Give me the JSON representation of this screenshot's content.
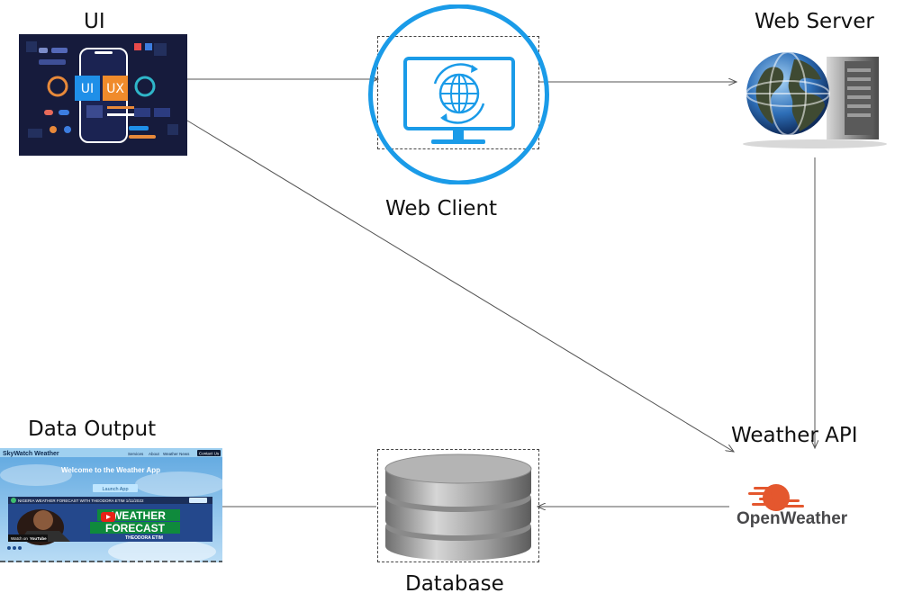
{
  "diagram": {
    "nodes": {
      "ui": {
        "label": "UI",
        "left_tag": "UI",
        "right_tag": "UX"
      },
      "web_client": {
        "label": "Web Client"
      },
      "web_server": {
        "label": "Web Server"
      },
      "weather_api": {
        "label": "Weather API",
        "brand": "OpenWeather"
      },
      "database": {
        "label": "Database"
      },
      "data_output": {
        "label": "Data Output",
        "screenshot": {
          "site_name": "SkyWatch Weather",
          "nav": [
            "Services",
            "About",
            "Weather News"
          ],
          "contact": "Contact Us",
          "heading": "Welcome to the Weather App",
          "launch_button": "Launch App",
          "video_title": "NIGERIA WEATHER FORECAST WITH THEODORA ETIM 1/11/2022",
          "banner_line1": "WEATHER",
          "banner_line2": "FORECAST",
          "presenter": "THEODORA ETIM",
          "watch_on": "Watch on",
          "youtube": "YouTube"
        }
      }
    },
    "edges": [
      {
        "from": "ui",
        "to": "web_client"
      },
      {
        "from": "web_client",
        "to": "web_server"
      },
      {
        "from": "web_server",
        "to": "weather_api"
      },
      {
        "from": "ui",
        "to": "weather_api"
      },
      {
        "from": "weather_api",
        "to": "database"
      },
      {
        "from": "database",
        "to": "data_output"
      }
    ],
    "colors": {
      "client_blue": "#1a9be8",
      "brand_orange": "#e4572e",
      "ui_bg": "#161b3c",
      "sky": "#79b9e8"
    }
  }
}
